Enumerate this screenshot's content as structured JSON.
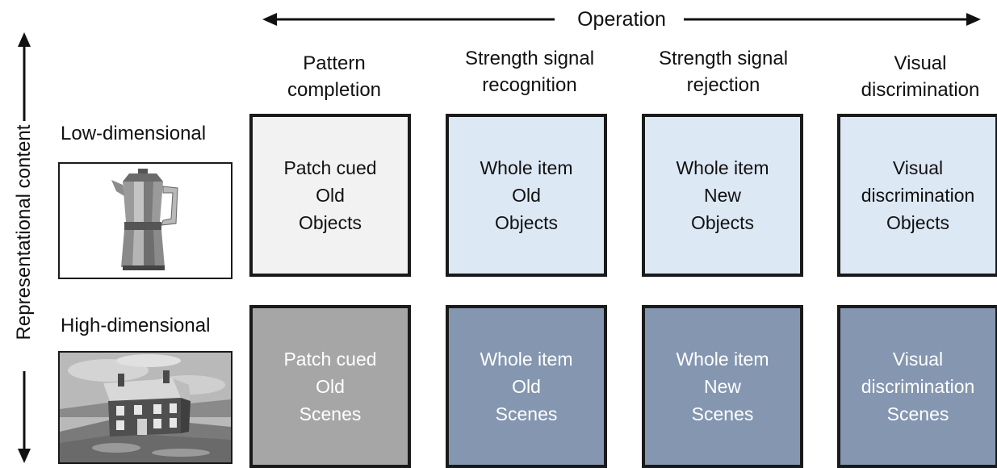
{
  "axes": {
    "operation_label": "Operation",
    "representation_label": "Representational content"
  },
  "columns": [
    {
      "line1": "Pattern",
      "line2": "completion"
    },
    {
      "line1": "Strength signal",
      "line2": "recognition"
    },
    {
      "line1": "Strength signal",
      "line2": "rejection"
    },
    {
      "line1": "Visual",
      "line2": "discrimination"
    }
  ],
  "rows": [
    {
      "label": "Low-dimensional",
      "image": "coffee-pot-icon",
      "cells": [
        {
          "l1": "Patch cued",
          "l2": "Old",
          "l3": "Objects",
          "fill": "#f2f2f2",
          "text_color": "#111111"
        },
        {
          "l1": "Whole item",
          "l2": "Old",
          "l3": "Objects",
          "fill": "#dde8f5",
          "text_color": "#111111"
        },
        {
          "l1": "Whole item",
          "l2": "New",
          "l3": "Objects",
          "fill": "#dde8f5",
          "text_color": "#111111"
        },
        {
          "l1": "Visual",
          "l2": "discrimination",
          "l3": "Objects",
          "fill": "#dde8f5",
          "text_color": "#111111"
        }
      ]
    },
    {
      "label": "High-dimensional",
      "image": "house-scene-icon",
      "cells": [
        {
          "l1": "Patch cued",
          "l2": "Old",
          "l3": "Scenes",
          "fill": "#a6a6a6",
          "text_color": "#ffffff"
        },
        {
          "l1": "Whole item",
          "l2": "Old",
          "l3": "Scenes",
          "fill": "#8496b0",
          "text_color": "#ffffff"
        },
        {
          "l1": "Whole item",
          "l2": "New",
          "l3": "Scenes",
          "fill": "#8496b0",
          "text_color": "#ffffff"
        },
        {
          "l1": "Visual",
          "l2": "discrimination",
          "l3": "Scenes",
          "fill": "#8496b0",
          "text_color": "#ffffff"
        }
      ]
    }
  ]
}
